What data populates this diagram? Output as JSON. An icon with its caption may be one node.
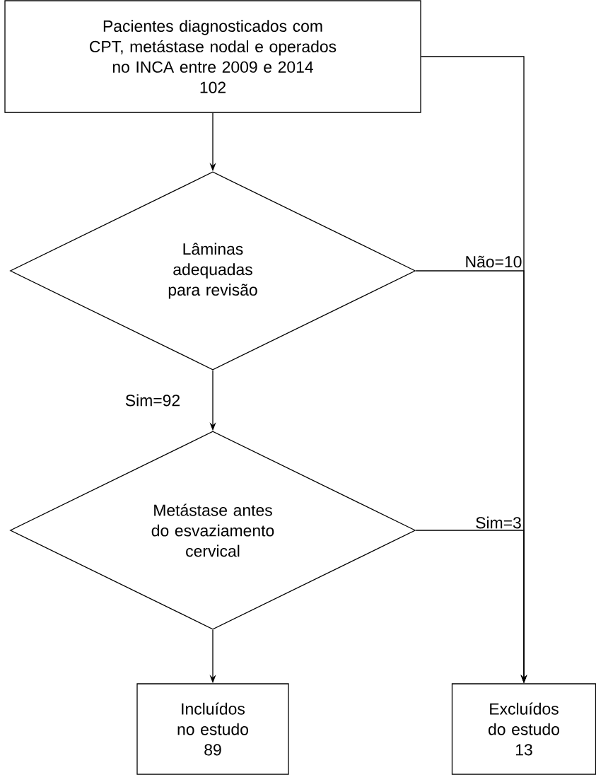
{
  "diagram": {
    "nodes": [
      {
        "text": [
          "Pacientes diagnosticados com CPT, metástase nodal e operados no INCA entre 2009 e 2014",
          "102"
        ]
      },
      {
        "text": [
          "Lâminas adequadas para revisão"
        ]
      },
      {
        "text": [
          "Metástase antes do esvaziamento cervical"
        ]
      },
      {
        "text": [
          "Incluídos no estudo",
          "89"
        ]
      },
      {
        "text": [
          "Excluídos do estudo",
          "13"
        ]
      }
    ],
    "edges": [
      {
        "from": 0,
        "to": 1,
        "arrow": "to"
      },
      {
        "from": 1,
        "to": 2,
        "arrow": "to",
        "label": "Sim=92"
      },
      {
        "from": 2,
        "to": 3,
        "arrow": "to"
      },
      {
        "from": 0,
        "to": 4,
        "arrow": "to"
      },
      {
        "from": 1,
        "to": 4,
        "arrow": "to",
        "label": "Não=10"
      },
      {
        "from": 2,
        "to": 4,
        "arrow": "to",
        "label": "Sim=3"
      }
    ]
  }
}
